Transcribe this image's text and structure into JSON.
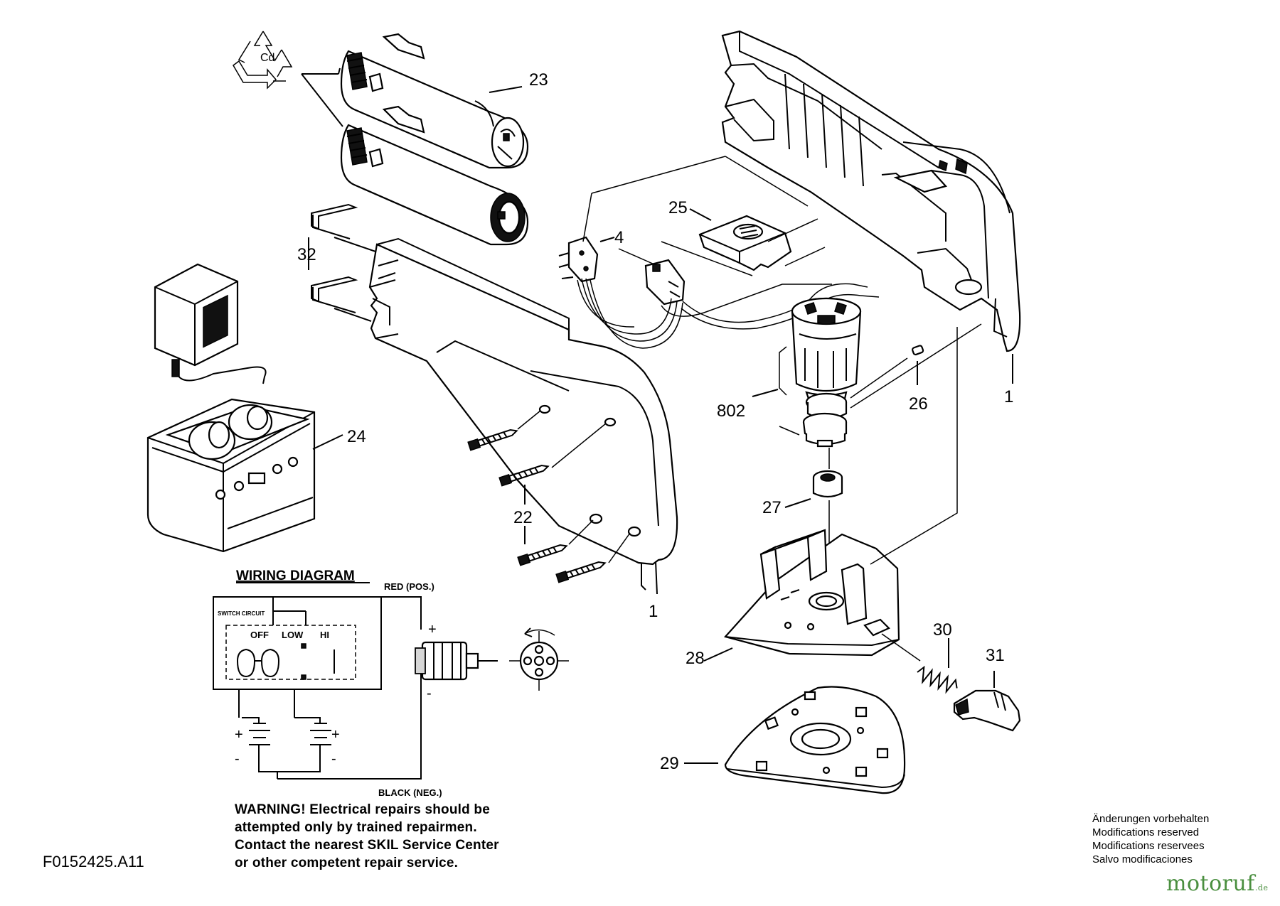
{
  "part_labels": {
    "p23": "23",
    "p25": "25",
    "p4": "4",
    "p32": "32",
    "p24": "24",
    "p802": "802",
    "p26": "26",
    "p1a": "1",
    "p1b": "1",
    "p22": "22",
    "p27": "27",
    "p28": "28",
    "p30": "30",
    "p31": "31",
    "p29": "29"
  },
  "wiring_diagram": {
    "title": "WIRING DIAGRAM",
    "red_label": "RED (POS.)",
    "black_label": "BLACK (NEG.)",
    "switch_circuit": "SWITCH CIRCUIT",
    "positions": [
      "OFF",
      "LOW",
      "HI"
    ],
    "plus": "+",
    "minus": "-"
  },
  "warning": {
    "line1": "WARNING! Electrical repairs should be",
    "line2": "attempted only by trained repairmen.",
    "line3": "Contact the nearest SKIL Service Center",
    "line4": "or other competent repair service."
  },
  "document_id": "F0152425.A11",
  "modifications": [
    "Änderungen vorbehalten",
    "Modifications reserved",
    "Modifications reservees",
    "Salvo modificaciones"
  ],
  "brand": {
    "name": "motoruf",
    "suffix": ".de",
    "color": "#4a8f3f"
  },
  "icons": {
    "recycle": "recycle-icon",
    "recycle_text": "Cd"
  }
}
